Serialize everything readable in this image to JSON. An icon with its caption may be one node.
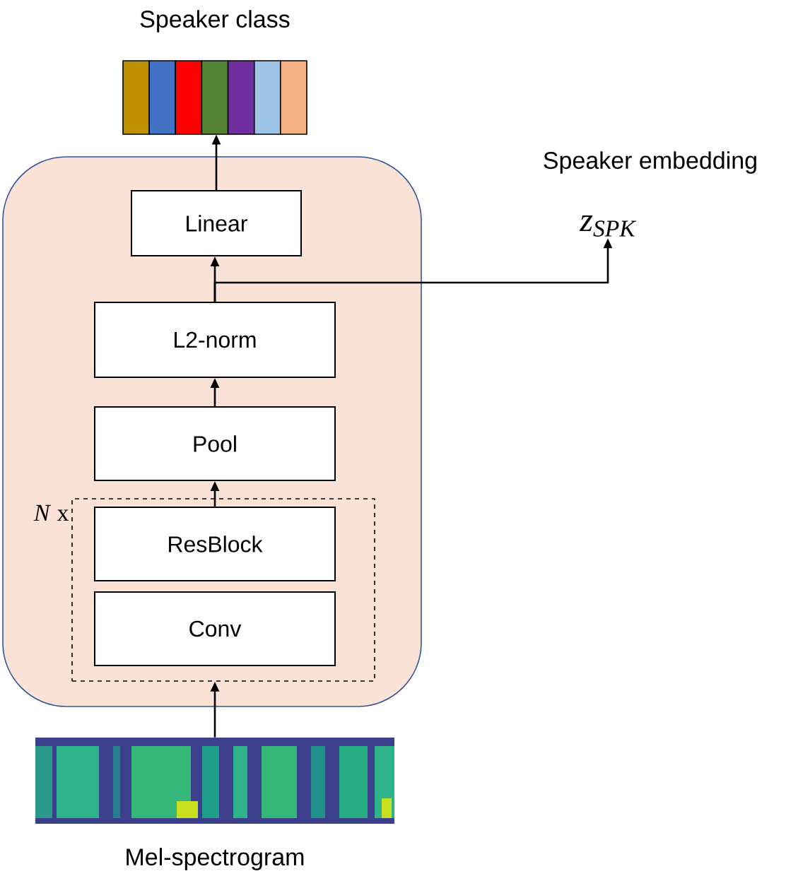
{
  "diagram": {
    "nodes": [
      {
        "text": [],
        "shape": "box"
      },
      {
        "text": [
          "Linear"
        ],
        "in": 0
      },
      {
        "text": [
          "L2-norm"
        ],
        "in": 0
      },
      {
        "text": [
          "Pool"
        ],
        "in": 0
      },
      {
        "text": [
          "*N* x"
        ],
        "in": 0
      },
      {
        "text": [
          "ResBlock"
        ],
        "in": 4
      },
      {
        "text": [
          "Conv"
        ],
        "in": 4
      },
      {
        "text": [
          "Speaker class"
        ]
      },
      {
        "text": [
          "Speaker embedding",
          "z$_{SPK}$"
        ]
      },
      {
        "text": [],
        "shape": "picture",
        "beside": [
          "Mel-spectrogram"
        ]
      }
    ],
    "edges": [
      {
        "from": 9,
        "to": 4,
        "arrow": "to"
      },
      {
        "from": 5,
        "to": 3,
        "arrow": "to"
      },
      {
        "from": 3,
        "to": 2,
        "arrow": "to"
      },
      {
        "from": 2,
        "to": 1,
        "arrow": "to"
      },
      {
        "from": 1,
        "to": 7,
        "arrow": "to"
      },
      {
        "from": 2,
        "to": 8,
        "arrow": "to"
      }
    ]
  }
}
